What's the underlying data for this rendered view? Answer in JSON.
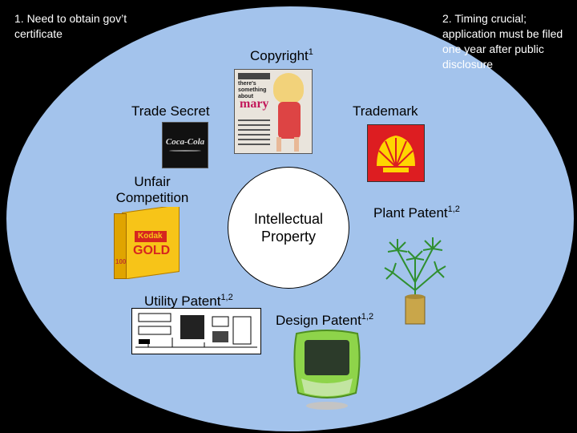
{
  "notes": {
    "note1": "1. Need to obtain gov’t certificate",
    "note2": "2. Timing crucial; application must be filed one year after public disclosure"
  },
  "center": {
    "label": "Intellectual Property"
  },
  "categories": {
    "copyright": {
      "label": "Copyright",
      "sup": "1"
    },
    "trade_secret": {
      "label": "Trade Secret"
    },
    "trademark": {
      "label": "Trademark"
    },
    "unfair_competition": {
      "label": "Unfair Competition"
    },
    "plant_patent": {
      "label": "Plant Patent",
      "sup": "1,2"
    },
    "utility_patent": {
      "label": "Utility Patent",
      "sup": "1,2"
    },
    "design_patent": {
      "label": "Design Patent",
      "sup": "1,2"
    }
  },
  "images": {
    "cd": {
      "line1": "there's something about",
      "title": "mary"
    },
    "cola": {
      "text": "Coca-Cola"
    },
    "film": {
      "brand": "Kodak",
      "product": "GOLD",
      "side": "100"
    }
  },
  "colors": {
    "background": "#000000",
    "outer_circle": "#a3c3ec",
    "center_circle": "#ffffff",
    "shell_red": "#dd1d21",
    "shell_yellow": "#ffd500",
    "kodak_yellow": "#f7c418",
    "plant_green": "#2f8f2f"
  }
}
